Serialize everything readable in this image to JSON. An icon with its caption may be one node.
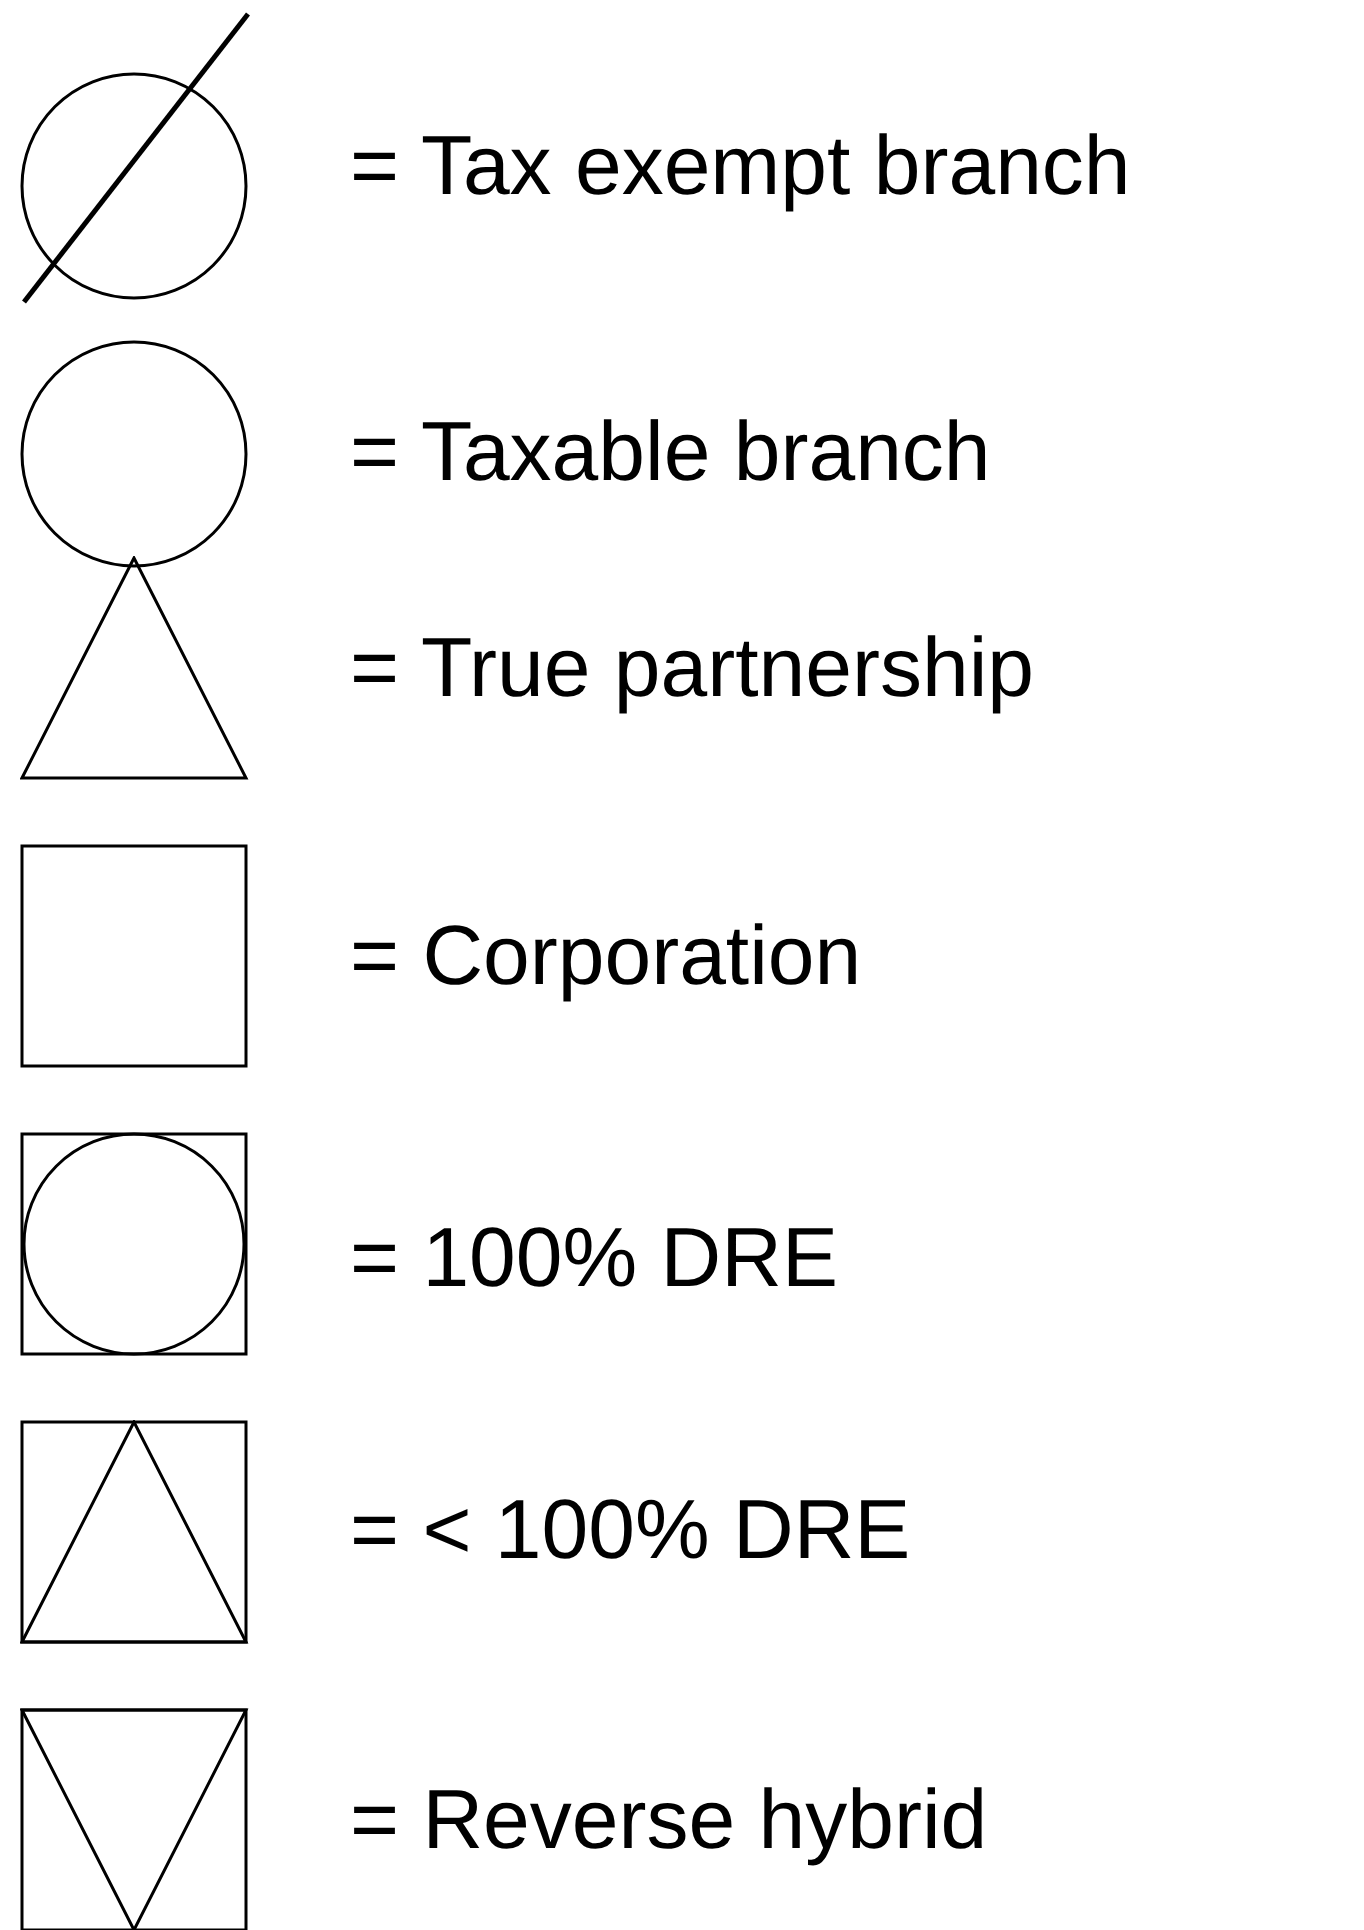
{
  "diagram": {
    "legend": [
      {
        "text": "= Tax exempt branch"
      },
      {
        "text": "= Taxable branch"
      },
      {
        "text": "= True partnership"
      },
      {
        "text": "= Corporation"
      },
      {
        "text": "= 100% DRE"
      },
      {
        "text": "= < 100% DRE"
      },
      {
        "text": "= Reverse hybrid"
      }
    ]
  }
}
